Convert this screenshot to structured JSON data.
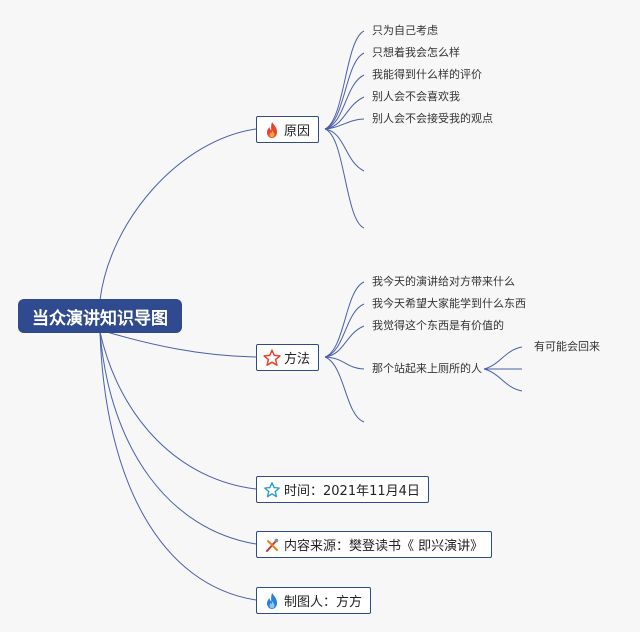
{
  "root": {
    "title": "当众演讲知识导图"
  },
  "branches": {
    "reason": {
      "label": "原因",
      "icon": "fire-icon",
      "items": [
        "只为自己考虑",
        "只想着我会怎么样",
        "我能得到什么样的评价",
        "别人会不会喜欢我",
        "别人会不会接受我的观点"
      ]
    },
    "method": {
      "label": "方法",
      "icon": "star-icon",
      "items": [
        "我今天的演讲给对方带来什么",
        "我今天希望大家能学到什么东西",
        "我觉得这个东西是有价值的",
        "那个站起来上厕所的人"
      ],
      "sub_items": [
        "有可能会回来"
      ]
    },
    "time": {
      "label": "时间：2021年11月4日",
      "icon": "star-outline-icon"
    },
    "source": {
      "label": "内容来源：樊登读书《 即兴演讲》",
      "icon": "tools-icon"
    },
    "author": {
      "label": "制图人：方方",
      "icon": "flame-blue-icon"
    }
  },
  "colors": {
    "root_fill": "#2f4a8e",
    "line": "#4a5fa8",
    "fire": "#e8432e",
    "star": "#e8432e",
    "star_outline": "#2a9fd6",
    "flame_blue": "#2a7fd6"
  }
}
